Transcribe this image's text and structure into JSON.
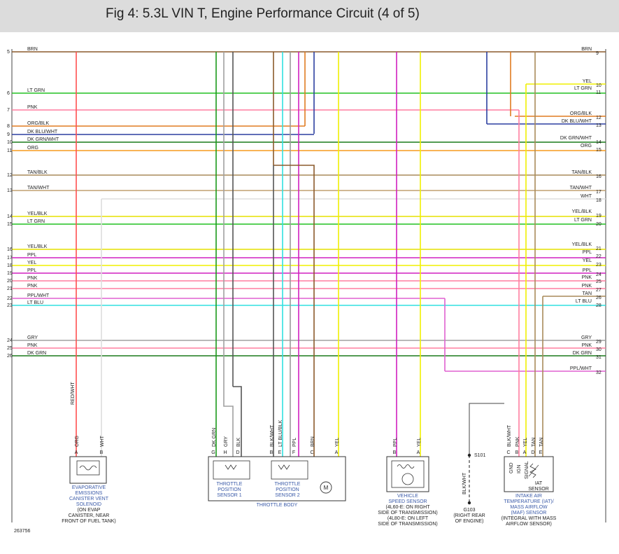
{
  "title": "Fig 4: 5.3L VIN T, Engine Performance Circuit (4 of 5)",
  "figure_id": "263756",
  "left_rows": [
    {
      "n": "5",
      "label": "BRN",
      "color": "#8b5a2b"
    },
    {
      "n": "6",
      "label": "LT GRN",
      "color": "#22c022"
    },
    {
      "n": "7",
      "label": "PNK",
      "color": "#ff7fa0"
    },
    {
      "n": "8",
      "label": "ORG/BLK",
      "color": "#e07b20"
    },
    {
      "n": "9",
      "label": "DK BLU/WHT",
      "color": "#2b3fa0"
    },
    {
      "n": "10",
      "label": "DK GRN/WHT",
      "color": "#1a7a1a"
    },
    {
      "n": "11",
      "label": "ORG",
      "color": "#f59a1e"
    },
    {
      "n": "12",
      "label": "TAN/BLK",
      "color": "#a88a5a"
    },
    {
      "n": "13",
      "label": "TAN/WHT",
      "color": "#c0a070"
    },
    {
      "n": "14",
      "label": "YEL/BLK",
      "color": "#e6e000"
    },
    {
      "n": "15",
      "label": "LT GRN",
      "color": "#22c022"
    },
    {
      "n": "16",
      "label": "YEL/BLK",
      "color": "#e6e000"
    },
    {
      "n": "17",
      "label": "PPL",
      "color": "#d020c0"
    },
    {
      "n": "18",
      "label": "YEL",
      "color": "#f0f000"
    },
    {
      "n": "19",
      "label": "PPL",
      "color": "#d020c0"
    },
    {
      "n": "20",
      "label": "PNK",
      "color": "#ff7fa0"
    },
    {
      "n": "21",
      "label": "PNK",
      "color": "#ff7fa0"
    },
    {
      "n": "22",
      "label": "PPL/WHT",
      "color": "#e060d0"
    },
    {
      "n": "23",
      "label": "LT BLU",
      "color": "#30e0e0"
    },
    {
      "n": "24",
      "label": "GRY",
      "color": "#a0a0a0"
    },
    {
      "n": "25",
      "label": "PNK",
      "color": "#ff7fa0"
    },
    {
      "n": "26",
      "label": "DK GRN",
      "color": "#1a7a1a"
    }
  ],
  "right_rows": [
    {
      "n": "9",
      "label": "BRN"
    },
    {
      "n": "10",
      "label": "YEL"
    },
    {
      "n": "11",
      "label": "LT GRN"
    },
    {
      "n": "12",
      "label": "ORG/BLK"
    },
    {
      "n": "13",
      "label": "DK BLU/WHT"
    },
    {
      "n": "14",
      "label": "DK GRN/WHT"
    },
    {
      "n": "15",
      "label": "ORG"
    },
    {
      "n": "16",
      "label": "TAN/BLK"
    },
    {
      "n": "17",
      "label": "TAN/WHT"
    },
    {
      "n": "18",
      "label": "WHT"
    },
    {
      "n": "19",
      "label": "YEL/BLK"
    },
    {
      "n": "20",
      "label": "LT GRN"
    },
    {
      "n": "21",
      "label": "YEL/BLK"
    },
    {
      "n": "22",
      "label": "PPL"
    },
    {
      "n": "23",
      "label": "YEL"
    },
    {
      "n": "24",
      "label": "PPL"
    },
    {
      "n": "25",
      "label": "PNK"
    },
    {
      "n": "27",
      "label": "PNK"
    },
    {
      "n": "26",
      "label": "TAN"
    },
    {
      "n": "28",
      "label": "LT BLU"
    },
    {
      "n": "29",
      "label": "GRY"
    },
    {
      "n": "30",
      "label": "PNK"
    },
    {
      "n": "31",
      "label": "DK GRN"
    },
    {
      "n": "32",
      "label": "PPL/WHT"
    }
  ],
  "vertical_wires": [
    "RED/WHT"
  ],
  "components": {
    "evap": {
      "pins": [
        {
          "pin": "A",
          "wire": "ORG"
        },
        {
          "pin": "B",
          "wire": "WHT"
        }
      ],
      "name": [
        "EVAPORATIVE",
        "EMISSIONS",
        "CANISTER VENT",
        "SOLENOID"
      ],
      "note": [
        "(ON EVAP",
        "CANISTER, NEAR",
        "FRONT OF FUEL TANK)"
      ]
    },
    "throttle_body": {
      "pins": [
        {
          "pin": "G",
          "wire": "DK GRN"
        },
        {
          "pin": "H",
          "wire": "GRY"
        },
        {
          "pin": "D",
          "wire": "BLK"
        },
        {
          "pin": "B",
          "wire": "BLK/WHT"
        },
        {
          "pin": "E",
          "wire": "LT BLU/BLK"
        },
        {
          "pin": "F",
          "wire": "PPL"
        },
        {
          "pin": "C",
          "wire": "BRN"
        },
        {
          "pin": "A",
          "wire": "YEL"
        }
      ],
      "tps1": [
        "THROTTLE",
        "POSITION",
        "SENSOR 1"
      ],
      "tps2": [
        "THROTTLE",
        "POSITION",
        "SENSOR 2"
      ],
      "motor": "M",
      "name": "THROTTLE BODY"
    },
    "vss": {
      "pins": [
        {
          "pin": "B",
          "wire": "PPL"
        },
        {
          "pin": "A",
          "wire": "YEL"
        }
      ],
      "name": [
        "VEHICLE",
        "SPEED SENSOR"
      ],
      "note": [
        "(4L60-E: ON RIGHT",
        "SIDE OF TRANSMISSION)",
        "(4L80-E: ON LEFT",
        "SIDE OF TRANSMISSION)"
      ]
    },
    "ground": {
      "splice": "S101",
      "wire": "BLK/WHT",
      "name": "G103",
      "note": [
        "(RIGHT REAR",
        "OF ENGINE)"
      ]
    },
    "maf": {
      "pins": [
        {
          "pin": "C",
          "wire": "BLK/WHT"
        },
        {
          "pin": "B",
          "wire": "PNK"
        },
        {
          "pin": "A",
          "wire": "YEL"
        },
        {
          "pin": "D",
          "wire": "TAN"
        },
        {
          "pin": "E",
          "wire": "TAN"
        }
      ],
      "inner_labels": [
        "GND",
        "IGN",
        "SIGNAL"
      ],
      "iat": [
        "IAT",
        "SENSOR"
      ],
      "name": [
        "INTAKE AIR",
        "TEMPERATURE (IAT)/",
        "MASS AIRFLOW",
        "(MAF) SENSOR"
      ],
      "note": [
        "(INTEGRAL WITH MASS",
        "AIRFLOW SENSOR)"
      ]
    }
  }
}
